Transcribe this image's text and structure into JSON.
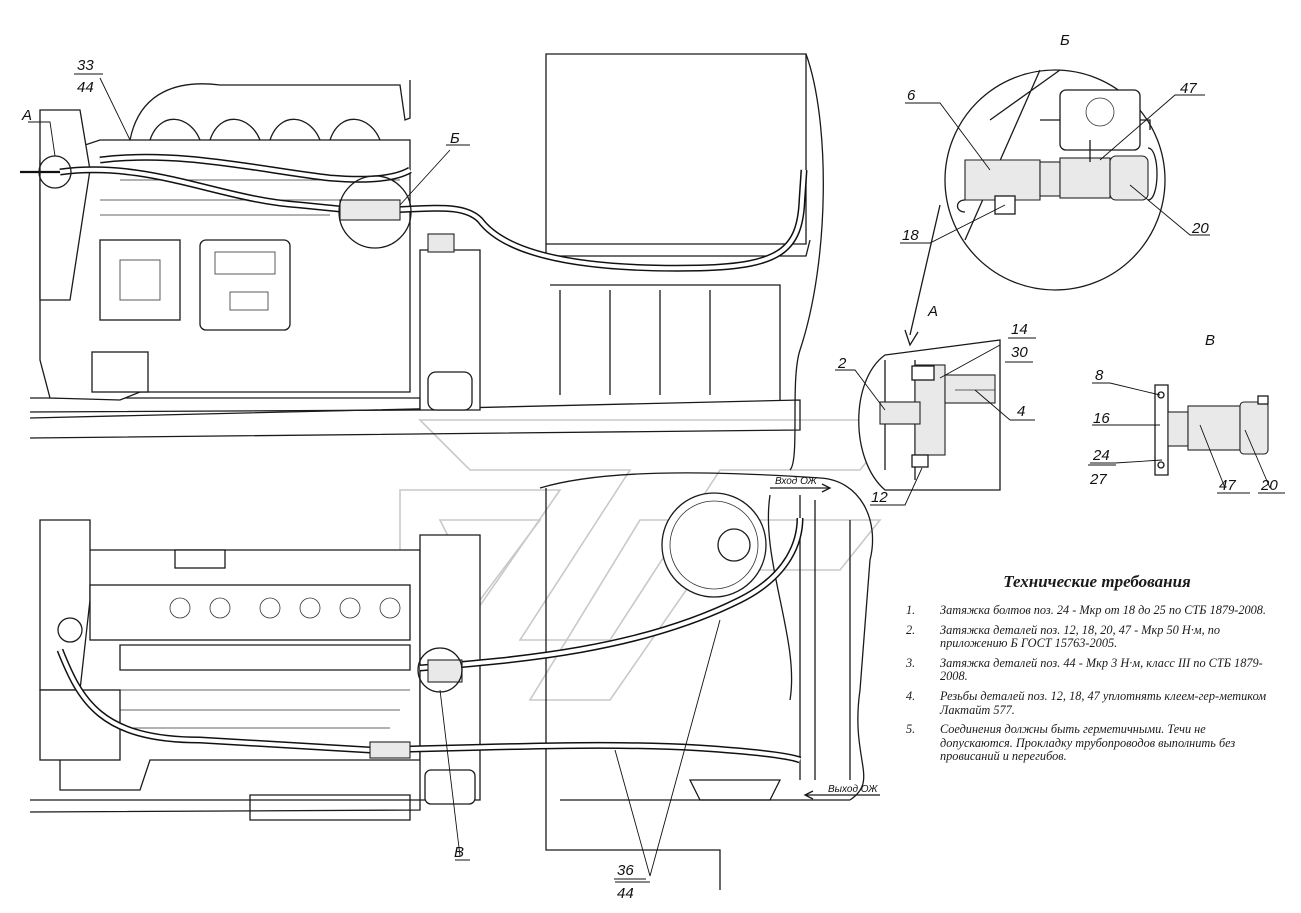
{
  "views": {
    "detail_b_title": "Б",
    "detail_a_title": "А",
    "detail_v_title": "В",
    "marker_a_top": "А",
    "marker_b_top": "Б",
    "marker_v_bottom": "В",
    "marker_a_arrow": "А"
  },
  "callouts": {
    "p33": "33",
    "p44_top": "44",
    "p6": "6",
    "p47_b": "47",
    "p18": "18",
    "p20_b": "20",
    "p2": "2",
    "p14": "14",
    "p30": "30",
    "p4": "4",
    "p12": "12",
    "p8": "8",
    "p16": "16",
    "p24": "24",
    "p27": "27",
    "p47_v": "47",
    "p20_v": "20",
    "p36": "36",
    "p44_bottom": "44"
  },
  "flow_labels": {
    "inlet": "Вход ОЖ",
    "outlet": "Выход ОЖ"
  },
  "tech_requirements": {
    "title": "Технические требования",
    "items": [
      {
        "num": "1.",
        "text": "Затяжка болтов поз. 24 - Мкр от 18 до 25 по СТБ 1879-2008."
      },
      {
        "num": "2.",
        "text": "Затяжка деталей поз. 12, 18, 20, 47 - Мкр 50 Н·м, по приложению Б ГОСТ 15763-2005."
      },
      {
        "num": "3.",
        "text": "Затяжка деталей поз. 44 - Мкр 3 Н·м, класс III по СТБ 1879-2008."
      },
      {
        "num": "4.",
        "text": "Резьбы деталей поз. 12, 18, 47 уплотнять клеем-гер-метиком Лактайт 577."
      },
      {
        "num": "5.",
        "text": "Соединения должны быть герметичными. Течи не допускаются. Прокладку трубопроводов выполнить без провисаний и перегибов."
      }
    ]
  }
}
